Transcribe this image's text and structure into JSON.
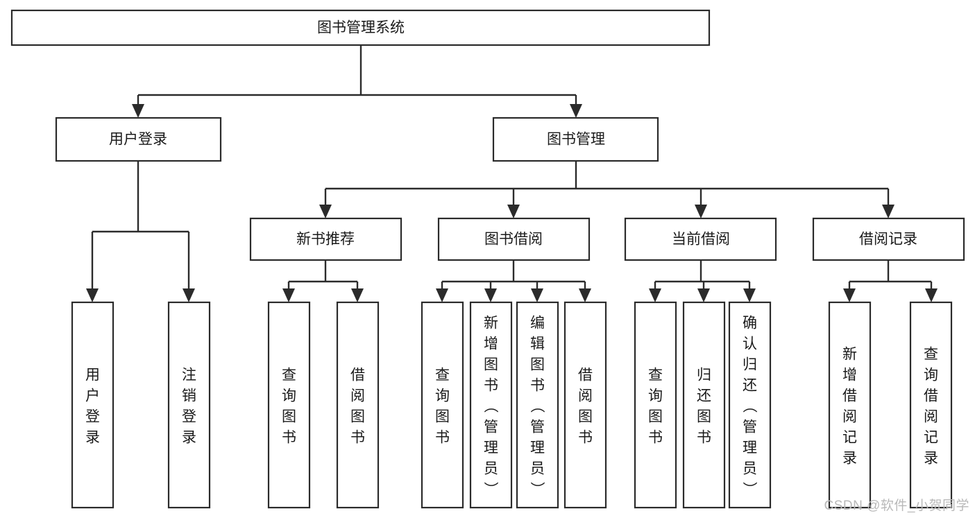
{
  "diagram": {
    "title": "图书管理系统",
    "type": "tree-hierarchy-diagram",
    "watermark": "CSDN @软件_小贺同学",
    "colors": {
      "background": "#ffffff",
      "box_stroke": "#2b2b2b",
      "box_fill": "#ffffff",
      "connector": "#2b2b2b",
      "text": "#1a1a1a",
      "watermark": "#b9b9b9"
    },
    "levels": {
      "level0": [
        {
          "id": "root",
          "label": "图书管理系统",
          "orientation": "horizontal"
        }
      ],
      "level1": [
        {
          "id": "user-login",
          "label": "用户登录",
          "orientation": "horizontal"
        },
        {
          "id": "book-management",
          "label": "图书管理",
          "orientation": "horizontal"
        }
      ],
      "level2": [
        {
          "id": "new-book-recommend",
          "label": "新书推荐",
          "orientation": "horizontal"
        },
        {
          "id": "book-borrow",
          "label": "图书借阅",
          "orientation": "horizontal"
        },
        {
          "id": "current-borrow",
          "label": "当前借阅",
          "orientation": "horizontal"
        },
        {
          "id": "borrow-record",
          "label": "借阅记录",
          "orientation": "horizontal"
        }
      ],
      "level3": [
        {
          "id": "leaf-user-login",
          "label": "用户登录",
          "orientation": "vertical",
          "parent": "user-login"
        },
        {
          "id": "leaf-logout",
          "label": "注销登录",
          "orientation": "vertical",
          "parent": "user-login"
        },
        {
          "id": "leaf-query-book-1",
          "label": "查询图书",
          "orientation": "vertical",
          "parent": "new-book-recommend"
        },
        {
          "id": "leaf-borrow-book-1",
          "label": "借阅图书",
          "orientation": "vertical",
          "parent": "new-book-recommend"
        },
        {
          "id": "leaf-query-book-2",
          "label": "查询图书",
          "orientation": "vertical",
          "parent": "book-borrow"
        },
        {
          "id": "leaf-add-book",
          "label": "新增图书（管理员）",
          "orientation": "vertical",
          "parent": "book-borrow"
        },
        {
          "id": "leaf-edit-book",
          "label": "编辑图书（管理员）",
          "orientation": "vertical",
          "parent": "book-borrow"
        },
        {
          "id": "leaf-borrow-book-2",
          "label": "借阅图书",
          "orientation": "vertical",
          "parent": "book-borrow"
        },
        {
          "id": "leaf-query-book-3",
          "label": "查询图书",
          "orientation": "vertical",
          "parent": "current-borrow"
        },
        {
          "id": "leaf-return-book",
          "label": "归还图书",
          "orientation": "vertical",
          "parent": "current-borrow"
        },
        {
          "id": "leaf-confirm-return",
          "label": "确认归还（管理员）",
          "orientation": "vertical",
          "parent": "current-borrow"
        },
        {
          "id": "leaf-add-record",
          "label": "新增借阅记录",
          "orientation": "vertical",
          "parent": "borrow-record"
        },
        {
          "id": "leaf-query-record",
          "label": "查询借阅记录",
          "orientation": "vertical",
          "parent": "borrow-record"
        }
      ]
    }
  }
}
